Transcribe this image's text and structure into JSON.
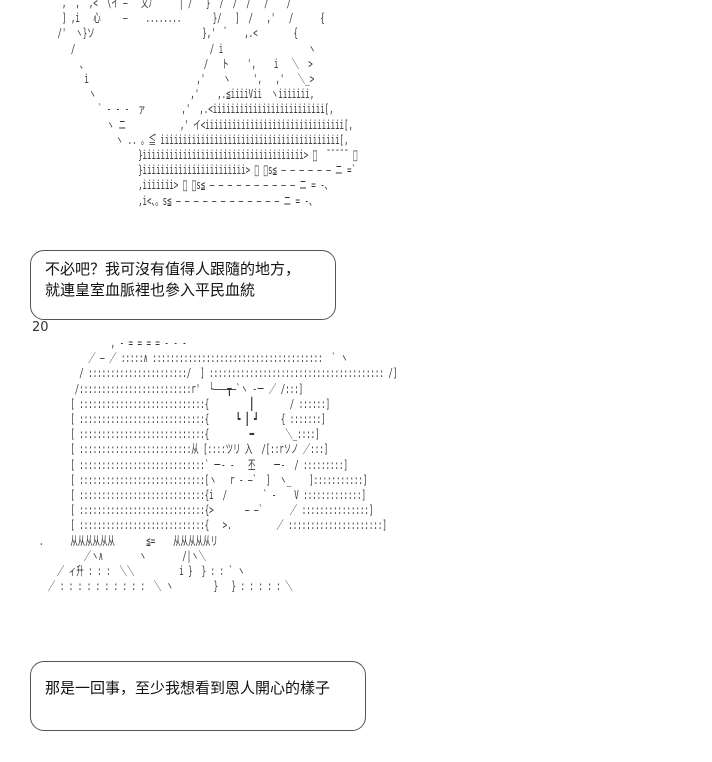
{
  "page_number": "20",
  "speech_bubble_1": {
    "lines": [
      "不必吧？我可沒有值得人跟隨的地方，",
      "就連皇室血脈裡也參入平民血統"
    ]
  },
  "speech_bubble_2": {
    "lines": [
      "那是一回事，至少我想看到恩人開心的樣子"
    ]
  },
  "art": {
    "top_figure": "  ` ,  ,  ,<  \\イ ―   乂ﾉ      | /   }  /  /  /   /    /\n    ] ,i   心     ―    ........       }/   ]  /   ,'   /      {\n   /'  ヽ}ソ                        },'   ゙    ,.<        {\n      /                              / i                   ヽ\n        、                          /   ト    ',    i   ＼  >\n         i                        ,'    ヽ     ',   ,'   ＼_>\n          ヽ                     ,'    ,.≦iiiiVii  ヽiiiiiii,\n            ` ‐ ‐ ‐  ァ        ,'  ,.<iiiiiiiiiiiiiiiiiiiiiiiii[,\n              ヽ ニ            ,' イ<iiiiiiiiiiiiiiiiiiiiiiiiiiiiiii[,\n                ヽ .. 。≦゙ iiiiiiiiiiiiiiiiiiiiiiiiiiiiiiiiiiiiiiii[,\n                     }iiiiiiiiiiiiiiiiiiiiiiiiiiiiiiiiiiii> ゙  ̄ ̄ ̄ ̄ ̄  、\n                     }iiiiiiiiiiiiiiiiiiiiiii> ゙ 。s≦ ― ― ― ― ― ― ニ =`\n                     ,iiiiiii> ゙ 。s≦ ― ― ― ― ― ― ― ― ― ― ニ = -、\n                     ,i<、。s≦ ― ― ― ― ― ― ― ― ― ― ― ― ニ = -、",
    "middle_figure": "                  , - = = = = ‐ ‐ ‐\n             ／ ― ／ :::::∧ ::::::::::::::::::::::::::::::::::::::  ` ヽ\n           / ::::::::::::::::::::::/  ] ::::::::::::::::::::::::::::::::::::::: /]\n          /:::::::::::::::::::::::::r'  └―――┳―`ヽ ‐ー ／ /:::]\n         [ ::::::::::::::::::::::::::::{         ┃        / ::::::]\n         [ ::::::::::::::::::::::::::::{      ┗ ┃ ┛     { :::::::]\n         [ ::::::::::::::::::::::::::::{         ━       ＼_::::]\n         [ :::::::::::::::::::::::::从 [::::ツリ 入  /[::rソノ ／:::]\n         [ ::::::::::::::::::::::::::::` ー‐ ‐   丕    ー‐  / :::::::::]\n         [ ::::::::::::::::::::::::::::[ヽ   r ‐ ―`  ]  ヽ_    ]:::::::::::]\n         [ ::::::::::::::::::::::::::::{i  /        ` ‐    V :::::::::::::]\n         [ ::::::::::::::::::::::::::::{>       ― ―`      ／ :::::::::::::::]\n         [ ::::::::::::::::::::::::::::{   >.          ／ :::::::::::::::::::::]\n  .      从从从从从从       ≦=    从从从从从リ\n            ／ヽ∧        ヽ        /|ヽ＼\n      ／ ィ升 : : :  ＼＼          i }  } : : ` ヽ\n    ／ : : : : : : : : : :  ＼ ヽ         }   } : : : : : ＼"
  }
}
